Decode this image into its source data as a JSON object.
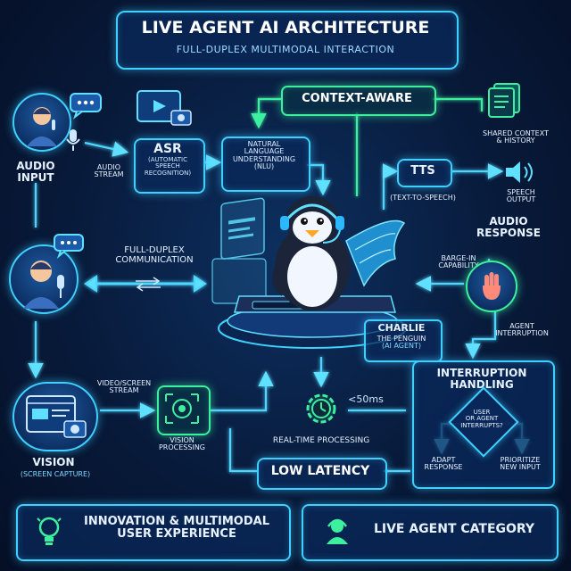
{
  "header": {
    "title": "LIVE AGENT AI ARCHITECTURE",
    "subtitle": "FULL-DUPLEX MULTIMODAL INTERACTION"
  },
  "nodes": {
    "context": "CONTEXT-AWARE",
    "shared_context_line1": "SHARED CONTEXT",
    "shared_context_line2": "& HISTORY",
    "audio_input_line1": "AUDIO",
    "audio_input_line2": "INPUT",
    "audio_stream_line1": "AUDIO",
    "audio_stream_line2": "STREAM",
    "asr_title": "ASR",
    "asr_sub_line1": "(AUTOMATIC",
    "asr_sub_line2": "SPEECH",
    "asr_sub_line3": "RECOGNITION)",
    "nlu_line1": "NATURAL",
    "nlu_line2": "LANGUAGE",
    "nlu_line3": "UNDERSTANDING",
    "nlu_line4": "(NLU)",
    "tts_title": "TTS",
    "tts_sub": "(TEXT-TO-SPEECH)",
    "speech_output_line1": "SPEECH",
    "speech_output_line2": "OUTPUT",
    "audio_response_line1": "AUDIO",
    "audio_response_line2": "RESPONSE",
    "full_duplex_line1": "FULL-DUPLEX",
    "full_duplex_line2": "COMMUNICATION",
    "barge_in_line1": "BARGE-IN",
    "barge_in_line2": "CAPABILITY",
    "agent_interruption_line1": "AGENT",
    "agent_interruption_line2": "INTERRUPTION",
    "agent_name_line1": "CHARLIE",
    "agent_name_line2": "THE PENGUIN",
    "agent_role": "(AI AGENT)",
    "video_stream_line1": "VIDEO/SCREEN",
    "video_stream_line2": "STREAM",
    "vision_processing_line1": "VISION",
    "vision_processing_line2": "PROCESSING",
    "latency_value": "<50ms",
    "realtime": "REAL-TIME PROCESSING",
    "low_latency": "LOW LATENCY",
    "interruption_title_line1": "INTERRUPTION",
    "interruption_title_line2": "HANDLING",
    "interruption_q_line1": "USER",
    "interruption_q_line2": "OR AGENT",
    "interruption_q_line3": "INTERRUPTS?",
    "adapt_line1": "ADAPT",
    "adapt_line2": "RESPONSE",
    "prioritize_line1": "PRIORITIZE",
    "prioritize_line2": "NEW INPUT",
    "vision_title": "VISION",
    "vision_sub": "(SCREEN CAPTURE)"
  },
  "footer": {
    "left_line1": "INNOVATION & MULTIMODAL",
    "left_line2": "USER EXPERIENCE",
    "right": "LIVE AGENT CATEGORY"
  },
  "colors": {
    "accent_cyan": "#3fd0ff",
    "accent_green": "#3cf0a0",
    "background": "#081a3a"
  },
  "icons": [
    "user-headset-icon",
    "chat-bubble-icon",
    "video-camera-icon",
    "document-stack-icon",
    "speaker-icon",
    "hand-stop-icon",
    "gear-clock-icon",
    "eye-target-icon",
    "browser-camera-icon",
    "lightbulb-icon",
    "support-agent-icon",
    "penguin-mascot"
  ]
}
